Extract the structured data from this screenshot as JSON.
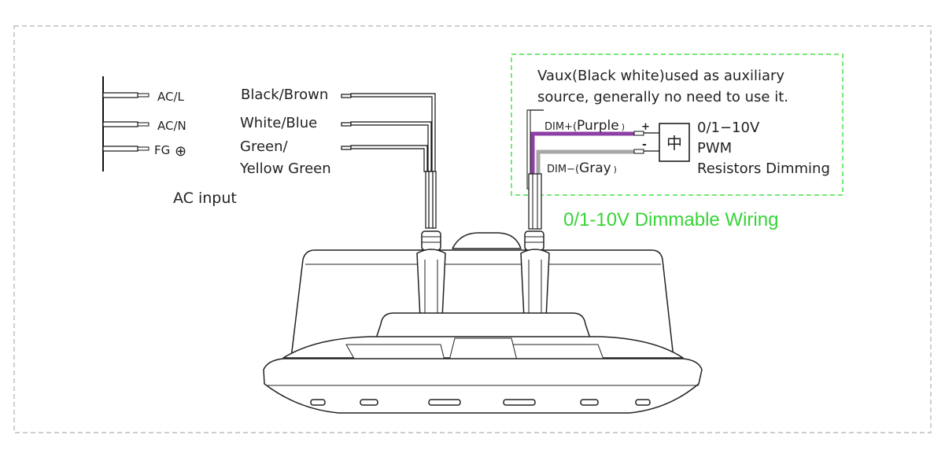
{
  "ac_terminals": {
    "line": "AC/L",
    "neutral": "AC/N",
    "ground": "FG",
    "ground_symbol": "⊕",
    "caption": "AC input"
  },
  "wires": {
    "black_brown": "Black/Brown",
    "white_blue": "White/Blue",
    "green_line1": "Green/",
    "green_line2": "Yellow Green"
  },
  "dimming": {
    "note_line1": "Vaux(Black white)used as auxiliary",
    "note_line2": "source, generally no need to use it.",
    "dim_plus_prefix": "DIM+(",
    "dim_plus_color": "Purple",
    "dim_plus_suffix": ")",
    "dim_minus_prefix": "DIM−(",
    "dim_minus_color": "Gray",
    "dim_minus_suffix": ")",
    "plus_sign": "+",
    "minus_sign": "-",
    "controller_symbol": "中",
    "option1": "0/1−10V",
    "option2": "PWM",
    "option3": "Resistors Dimming",
    "title": "0/1-10V Dimmable Wiring"
  },
  "colors": {
    "dashed_border": "#bdbdbd",
    "dimming_box": "#48e048",
    "title_green": "#37d437",
    "purple_wire": "#8e3fa6",
    "gray_wire": "#a6a6a6"
  }
}
